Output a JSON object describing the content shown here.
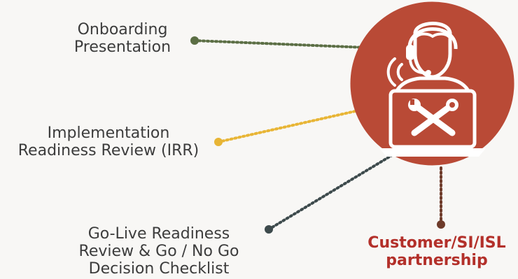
{
  "diagram": {
    "nodes": [
      {
        "id": "onboarding",
        "lines": [
          "Onboarding",
          "Presentation"
        ],
        "dot_color": "#5b6e44"
      },
      {
        "id": "irr",
        "lines": [
          "Implementation",
          "Readiness Review (IRR)"
        ],
        "dot_color": "#e8b535"
      },
      {
        "id": "golive",
        "lines": [
          "Go-Live Readiness",
          "Review & Go / No Go",
          "Decision Checklist"
        ],
        "dot_color": "#3d4a4c"
      }
    ],
    "center": {
      "lines": [
        "Customer/SI/ISL",
        "partnership"
      ],
      "text_color": "#b3302a",
      "circle_color": "#b94a36",
      "dot_color": "#6e3b2a",
      "icon": "support-agent-with-tools-icon"
    }
  }
}
